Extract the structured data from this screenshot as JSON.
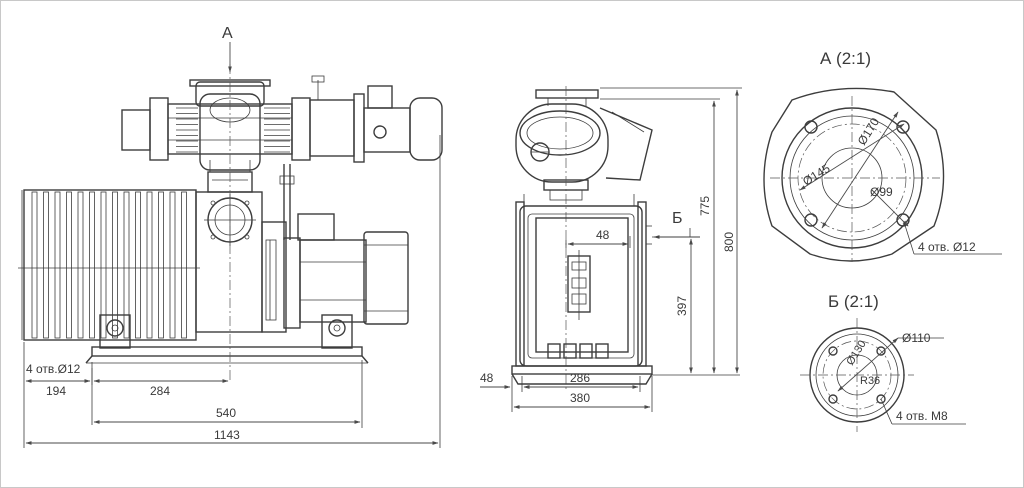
{
  "frame_color": "#c8c8c8",
  "line_color": "#3d3d3d",
  "front_view": {
    "view_marker": "A",
    "holes_note": "4 отв.Ø12",
    "dims": [
      "194",
      "284",
      "540",
      "1143"
    ]
  },
  "side_view": {
    "section_marker": "Б",
    "dims": {
      "top_width": "48",
      "height_mid": "397",
      "height_a": "775",
      "height_b": "800",
      "left_offset": "48",
      "base_inner": "286",
      "base_outer": "380"
    }
  },
  "detail_a": {
    "title": "А (2:1)",
    "d_outer": "Ø170",
    "d_bolt": "Ø145",
    "d_inner": "Ø99",
    "holes_note": "4 отв. Ø12"
  },
  "detail_b": {
    "title": "Б (2:1)",
    "d_outer": "Ø110",
    "d_bolt": "Ø130",
    "radius": "R36",
    "holes_note": "4 отв. M8"
  }
}
